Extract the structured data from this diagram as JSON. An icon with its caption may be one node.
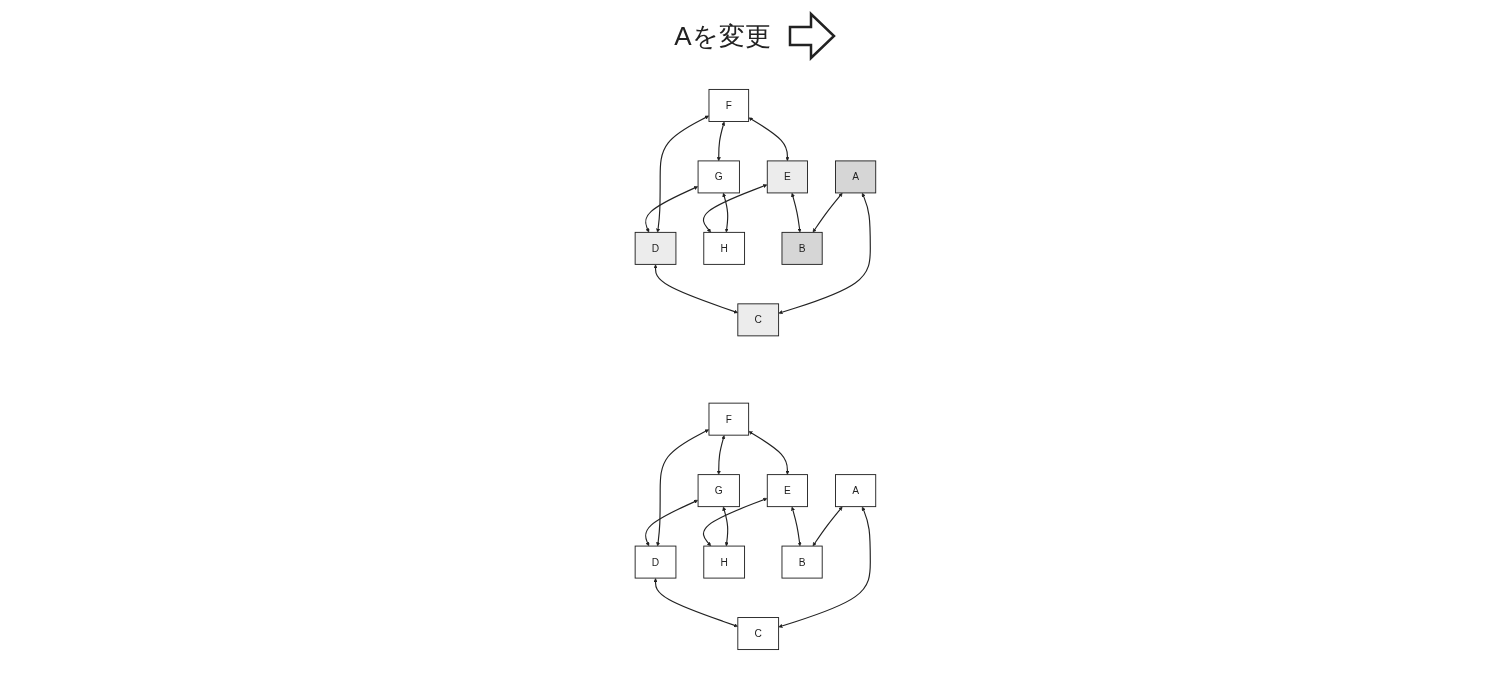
{
  "diagram": {
    "nodes": [
      {
        "text": [
          "A"
        ]
      },
      {
        "text": [
          "B"
        ]
      },
      {
        "text": [
          "C"
        ]
      },
      {
        "text": [
          "D"
        ]
      },
      {
        "text": [
          "E"
        ]
      },
      {
        "text": [
          "F"
        ]
      },
      {
        "text": [
          "G"
        ]
      },
      {
        "text": [
          "H"
        ]
      },
      {
        "text": [
          "A"
        ]
      },
      {
        "text": [
          "B"
        ]
      },
      {
        "text": [
          "C"
        ]
      },
      {
        "text": [
          "D"
        ]
      },
      {
        "text": [
          "E"
        ]
      },
      {
        "text": [
          "F"
        ]
      },
      {
        "text": [
          "G"
        ]
      },
      {
        "text": [
          "H"
        ]
      }
    ],
    "edges": [
      {
        "from": 5,
        "to": 6,
        "arrow": "both"
      },
      {
        "from": 5,
        "to": 4,
        "arrow": "both"
      },
      {
        "from": 5,
        "to": 3,
        "arrow": "both"
      },
      {
        "from": 6,
        "to": 3,
        "arrow": "both"
      },
      {
        "from": 6,
        "to": 7,
        "arrow": "both"
      },
      {
        "from": 0,
        "to": 2,
        "arrow": "both"
      },
      {
        "from": 0,
        "to": 1,
        "arrow": "both"
      },
      {
        "from": 4,
        "to": 7,
        "arrow": "both"
      },
      {
        "from": 4,
        "to": 1,
        "arrow": "both"
      },
      {
        "from": 3,
        "to": 2,
        "arrow": "both"
      },
      {
        "from": 13,
        "to": 14,
        "arrow": "both"
      },
      {
        "from": 13,
        "to": 12,
        "arrow": "both"
      },
      {
        "from": 13,
        "to": 11,
        "arrow": "both"
      },
      {
        "from": 14,
        "to": 11,
        "arrow": "both"
      },
      {
        "from": 14,
        "to": 15,
        "arrow": "both"
      },
      {
        "from": 8,
        "to": 10,
        "arrow": "both"
      },
      {
        "from": 8,
        "to": 9,
        "arrow": "both"
      },
      {
        "from": 12,
        "to": 15,
        "arrow": "both"
      },
      {
        "from": 12,
        "to": 9,
        "arrow": "both"
      },
      {
        "from": 11,
        "to": 10,
        "arrow": "both"
      }
    ],
    "labels": [
      "Aを変更"
    ]
  }
}
